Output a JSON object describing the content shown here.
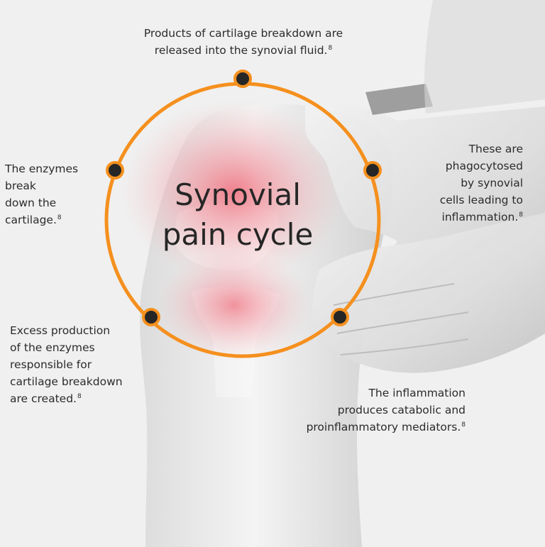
{
  "title": {
    "line1": "Synovial",
    "line2": "pain cycle"
  },
  "steps": {
    "top": {
      "lines": [
        "Products of cartilage breakdown are",
        "released into the synovial fluid."
      ],
      "ref": "8"
    },
    "right_upper": {
      "lines": [
        "These are",
        "phagocytosed",
        "by synovial",
        "cells leading to",
        "inflammation."
      ],
      "ref": "8"
    },
    "right_lower": {
      "lines": [
        "The inflammation",
        "produces catabolic and",
        "proinflammatory mediators."
      ],
      "ref": "8"
    },
    "left_lower": {
      "lines": [
        "Excess production",
        "of the enzymes",
        "responsible for",
        "cartilage breakdown",
        "are created."
      ],
      "ref": "8"
    },
    "left_upper": {
      "lines": [
        "The enzymes",
        "break",
        "down the",
        "cartilage."
      ],
      "ref": "8"
    }
  },
  "colors": {
    "background": "#f0f0f0",
    "cycle_ring": "#f5901e",
    "node_fill": "#262626",
    "inflammation_glow": "#f06070"
  }
}
